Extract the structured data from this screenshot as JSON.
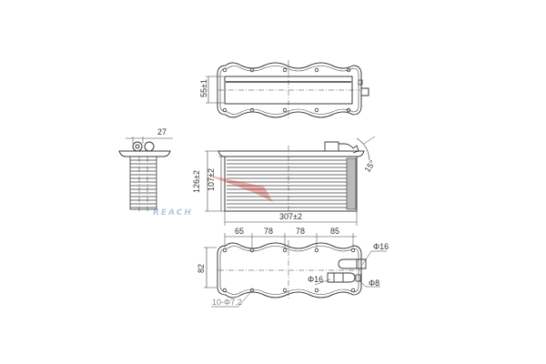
{
  "watermark": {
    "text": "REACH",
    "color": "#a9bfdc",
    "accent_color": "#f08a8a"
  },
  "colors": {
    "line": "#3a3a3a",
    "thin_line": "#666666",
    "background": "#ffffff"
  },
  "top_view": {
    "height_dim": "55±1",
    "bolt_holes_per_side": 5
  },
  "side_view": {
    "width_dim": "27"
  },
  "front_view": {
    "overall_height_dim": "126±2",
    "core_height_dim": "107±2",
    "length_dim": "307±2",
    "angle_dim": "15°",
    "plate_count": 14
  },
  "bottom_view": {
    "spacing_dims": [
      "65",
      "78",
      "78",
      "85"
    ],
    "height_dim": "82",
    "fitting_upper_dia": "Φ16",
    "fitting_lower_dia": "Φ16",
    "small_port_dia": "Φ8",
    "holes_callout": "10-Φ7.2"
  }
}
